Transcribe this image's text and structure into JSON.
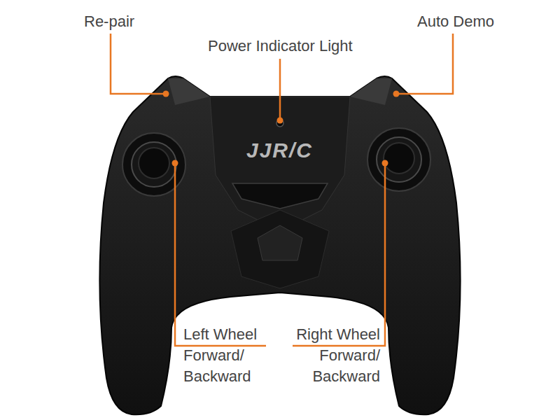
{
  "diagram": {
    "labels": [
      "Re-pair",
      "Power Indicator Light",
      "Auto Demo",
      "JJR/C",
      "Left Wheel Forward/ Backward",
      "Right Wheel Forward/ Backward"
    ]
  }
}
